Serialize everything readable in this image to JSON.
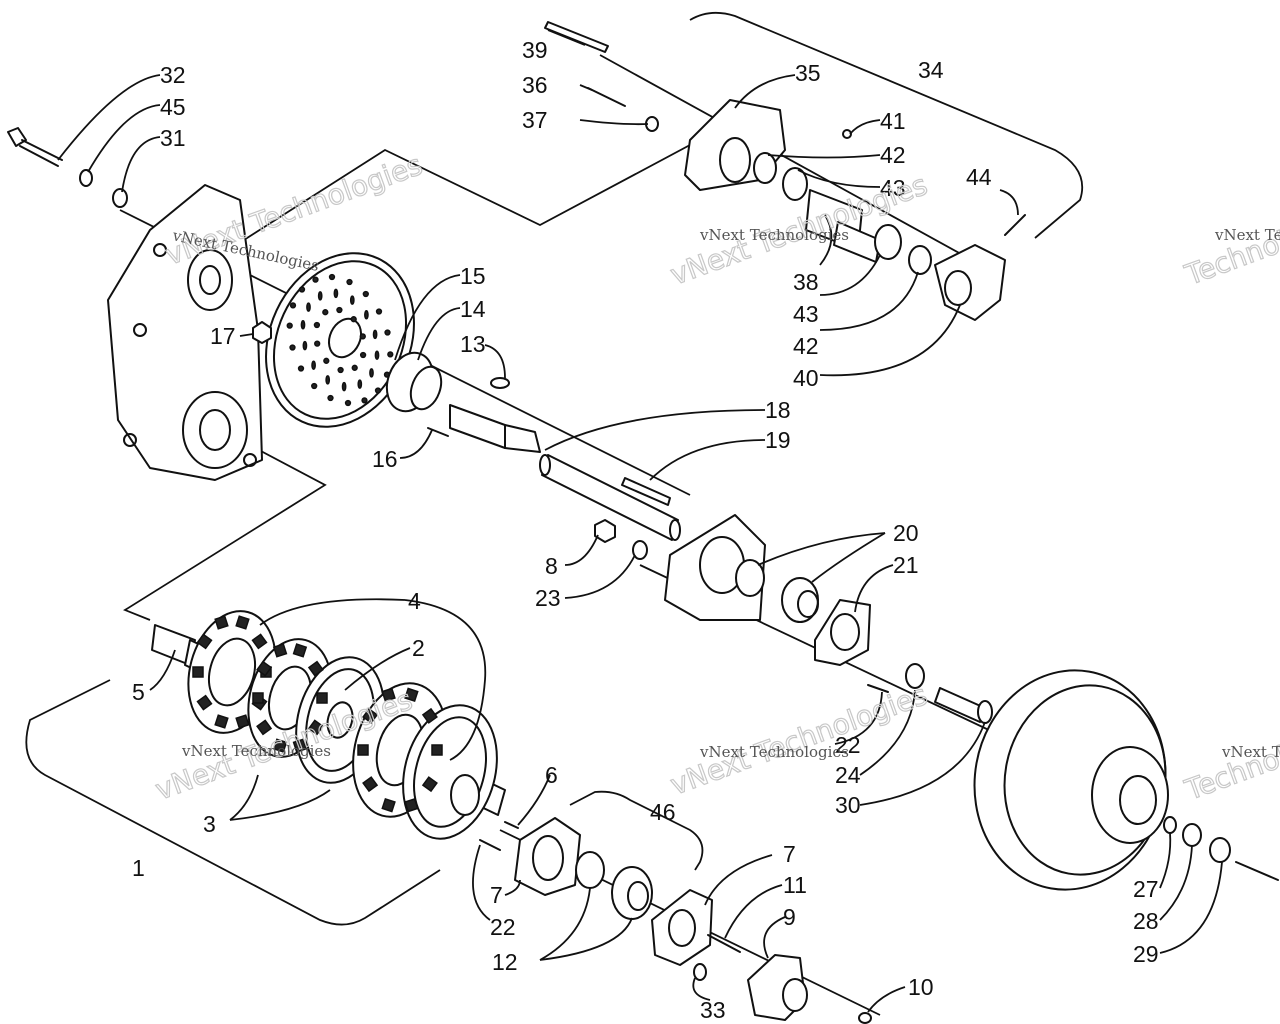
{
  "watermark": {
    "big": "vNext Technologies",
    "small": "vNext Technologies",
    "big_split_1": "vNext",
    "big_split_2": "Technologies"
  },
  "callouts": {
    "c1": "1",
    "c2": "2",
    "c3": "3",
    "c4": "4",
    "c5": "5",
    "c6": "6",
    "c7a": "7",
    "c7b": "7",
    "c8": "8",
    "c9": "9",
    "c10": "10",
    "c11": "11",
    "c12": "12",
    "c13": "13",
    "c14": "14",
    "c15": "15",
    "c16": "16",
    "c17": "17",
    "c18": "18",
    "c19": "19",
    "c20": "20",
    "c21": "21",
    "c22a": "22",
    "c22b": "22",
    "c23": "23",
    "c24": "24",
    "c27": "27",
    "c28": "28",
    "c29": "29",
    "c30": "30",
    "c31": "31",
    "c32": "32",
    "c33": "33",
    "c34": "34",
    "c35": "35",
    "c36": "36",
    "c37": "37",
    "c38": "38",
    "c39": "39",
    "c40": "40",
    "c41": "41",
    "c42a": "42",
    "c42b": "42",
    "c43a": "43",
    "c43b": "43",
    "c44": "44",
    "c45": "45",
    "c46": "46"
  }
}
